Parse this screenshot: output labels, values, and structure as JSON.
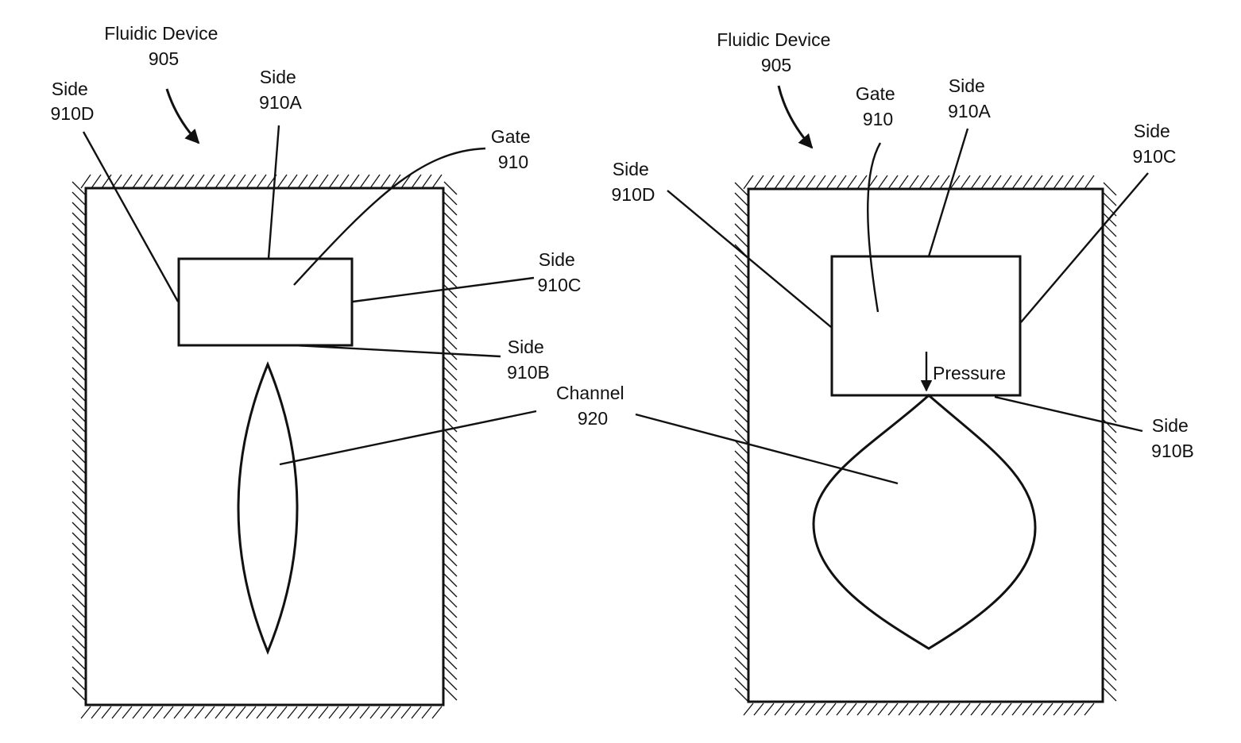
{
  "left_panel": {
    "device_label": [
      "Fluidic Device",
      "905"
    ],
    "side_d_label": [
      "Side",
      "910D"
    ],
    "side_a_label": [
      "Side",
      "910A"
    ],
    "gate_label": [
      "Gate",
      "910"
    ],
    "side_c_label": [
      "Side",
      "910C"
    ],
    "side_b_label": [
      "Side",
      "910B"
    ],
    "channel_label": [
      "Channel",
      "920"
    ]
  },
  "right_panel": {
    "device_label": [
      "Fluidic Device",
      "905"
    ],
    "gate_label": [
      "Gate",
      "910"
    ],
    "side_a_label": [
      "Side",
      "910A"
    ],
    "side_c_label": [
      "Side",
      "910C"
    ],
    "side_d_label": [
      "Side",
      "910D"
    ],
    "pressure_label": "Pressure",
    "side_b_label": [
      "Side",
      "910B"
    ]
  }
}
